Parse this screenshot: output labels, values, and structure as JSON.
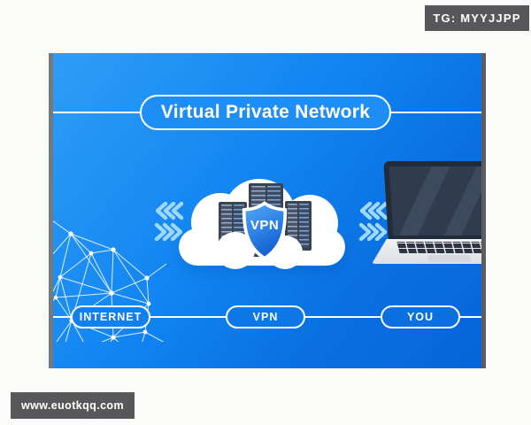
{
  "watermarks": {
    "telegram": "TG: MYYJJPP",
    "website": "www.euotkqq.com"
  },
  "diagram": {
    "title": "Virtual Private Network",
    "shield_label": "VPN",
    "footer_pills": [
      {
        "label": "INTERNET"
      },
      {
        "label": "VPN"
      },
      {
        "label": "YOU"
      }
    ],
    "icons": {
      "left": "network-mesh-icon",
      "left_arrows": "double-chevron-arrows-icon",
      "center": "vpn-cloud-servers-icon",
      "center_shield": "vpn-shield-icon",
      "right_arrows": "double-chevron-arrows-icon",
      "right": "laptop-icon"
    },
    "colors": {
      "panel_blue_start": "#2f9df6",
      "panel_blue_end": "#0665d8",
      "accent_light_blue": "#9fd8fb",
      "badge_gray": "#58585a",
      "shield_blue_top": "#54abf5",
      "shield_blue_bottom": "#1260d4",
      "white": "#ffffff"
    }
  }
}
